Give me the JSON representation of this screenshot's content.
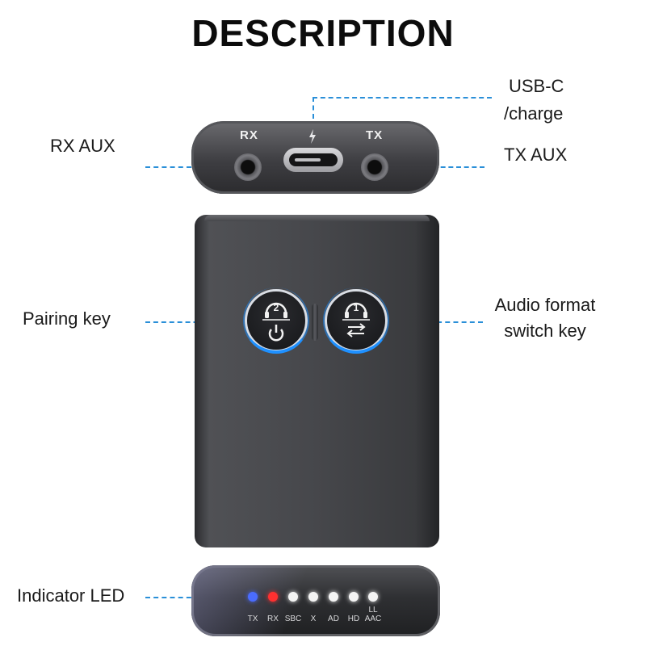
{
  "title": "DESCRIPTION",
  "callouts": {
    "rx_aux": "RX AUX",
    "usbc_line1": "USB-C",
    "usbc_line2": "/charge",
    "tx_aux": "TX AUX",
    "pairing_key": "Pairing key",
    "audio_line1": "Audio format",
    "audio_line2": "switch key",
    "indicator_led": "Indicator LED"
  },
  "ports": {
    "rx": "RX",
    "tx": "TX"
  },
  "buttons": {
    "left_number": "2",
    "right_number": "1"
  },
  "leds": [
    {
      "label": "TX",
      "color": "#4a6cff"
    },
    {
      "label": "RX",
      "color": "#ff3030"
    },
    {
      "label": "SBC",
      "color": "#f4f4f4"
    },
    {
      "label": "X",
      "color": "#f4f4f4"
    },
    {
      "label": "AD",
      "color": "#f4f4f4"
    },
    {
      "label": "HD",
      "color": "#f4f4f4"
    },
    {
      "label_top": "LL",
      "label": "AAC",
      "color": "#f4f4f4"
    }
  ],
  "colors": {
    "callout_line": "#2a8fd8",
    "button_glow": "#1e90ff",
    "device_body": "#46474b"
  }
}
